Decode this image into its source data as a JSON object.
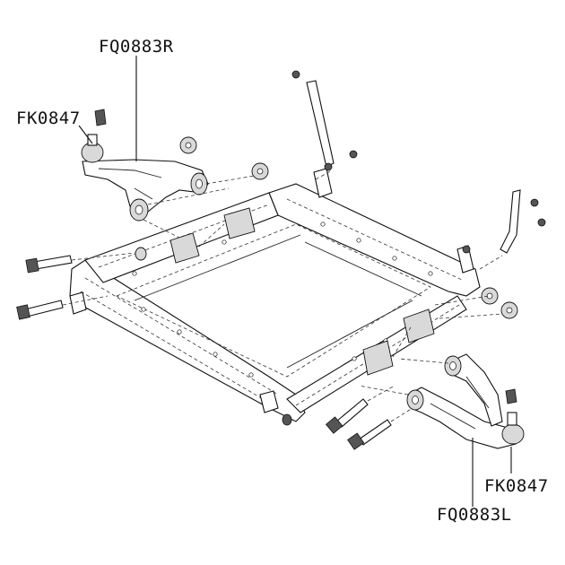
{
  "labels": {
    "upper_arm_right": "FQ0883R",
    "ball_joint_upper": "FK0847",
    "ball_joint_lower": "FK0847",
    "lower_arm_left": "FQ0883L"
  }
}
